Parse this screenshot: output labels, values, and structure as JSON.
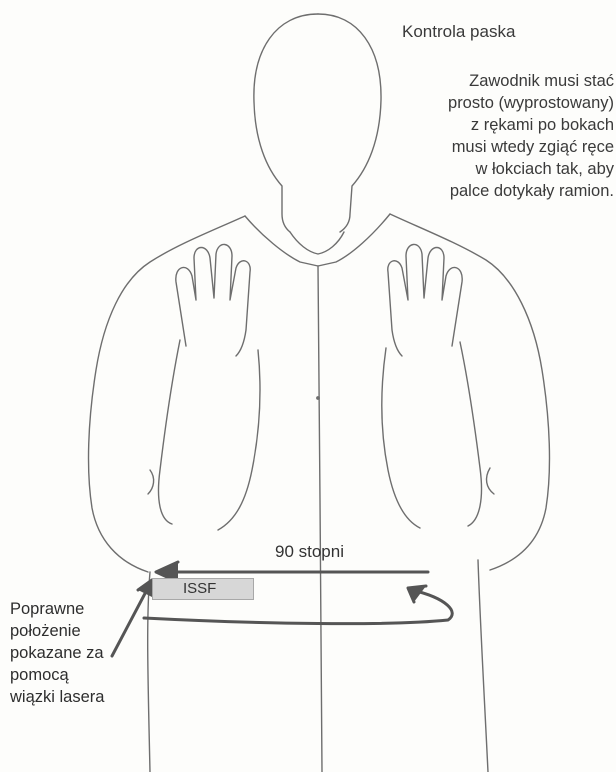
{
  "heading": "Kontrola paska",
  "instruction_lines": [
    "Zawodnik musi stać",
    "prosto (wyprostowany)",
    "z rękami po bokach",
    "musi wtedy zgiąć ręce",
    "w łokciach tak, aby",
    "palce dotykały ramion."
  ],
  "angle_label": "90 stopni",
  "belt_tag": "ISSF",
  "laser_note_lines": [
    "Poprawne",
    "położenie",
    "pokazane za",
    "pomocą",
    "wiązki lasera"
  ],
  "colors": {
    "outline": "#6e6e6e",
    "arrow": "#555555",
    "text": "#3a3a3a",
    "tag_fill": "#d7d7d7"
  }
}
